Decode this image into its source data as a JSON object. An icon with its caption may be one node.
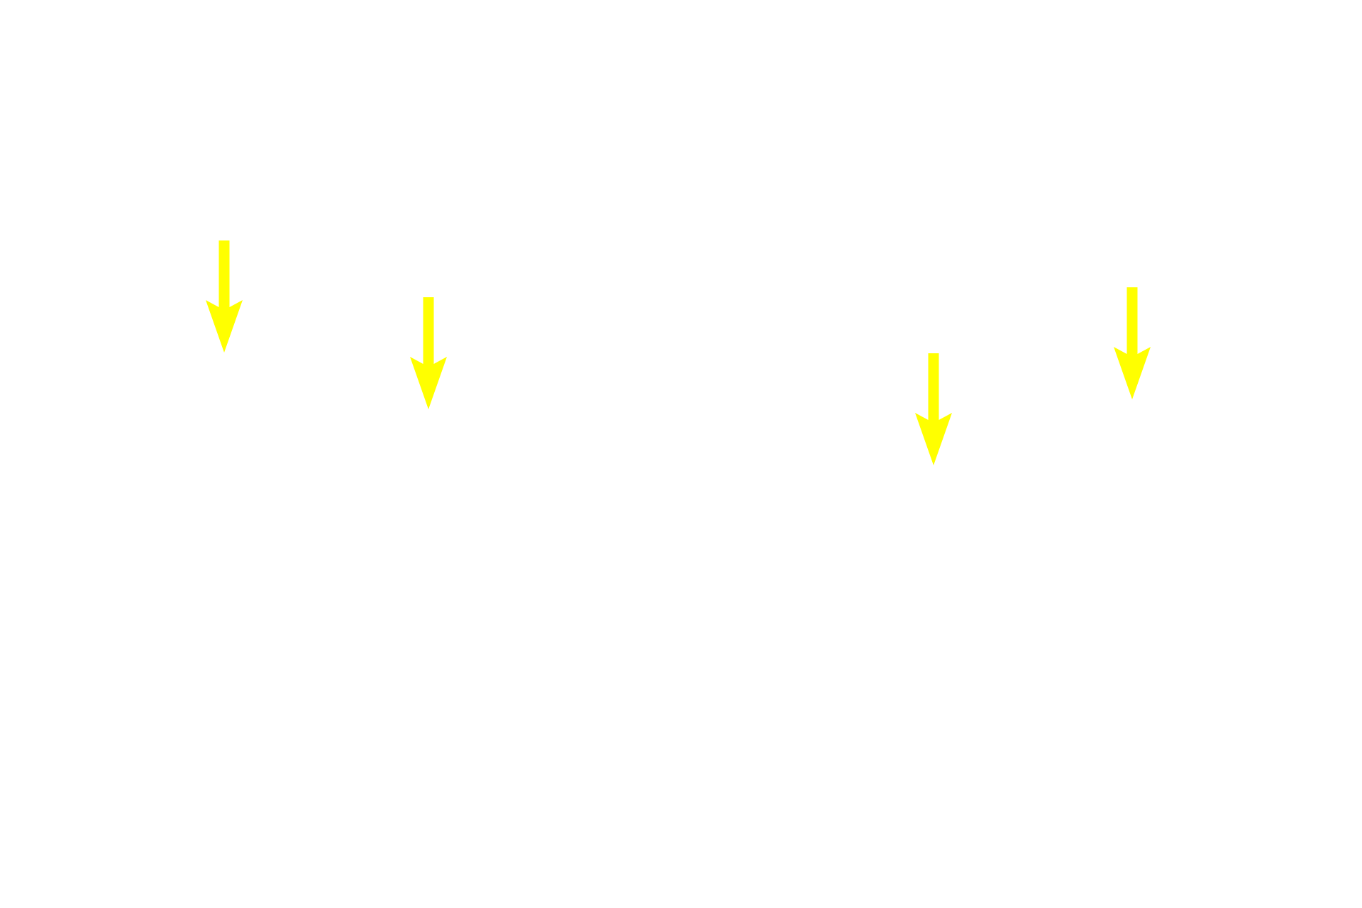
{
  "diagram": {
    "nodes": [
      {
        "text": [],
        "shape": "arrow"
      },
      {
        "text": [],
        "shape": "arrow"
      },
      {
        "text": [],
        "shape": "arrow"
      },
      {
        "text": [],
        "shape": "arrow"
      }
    ]
  }
}
